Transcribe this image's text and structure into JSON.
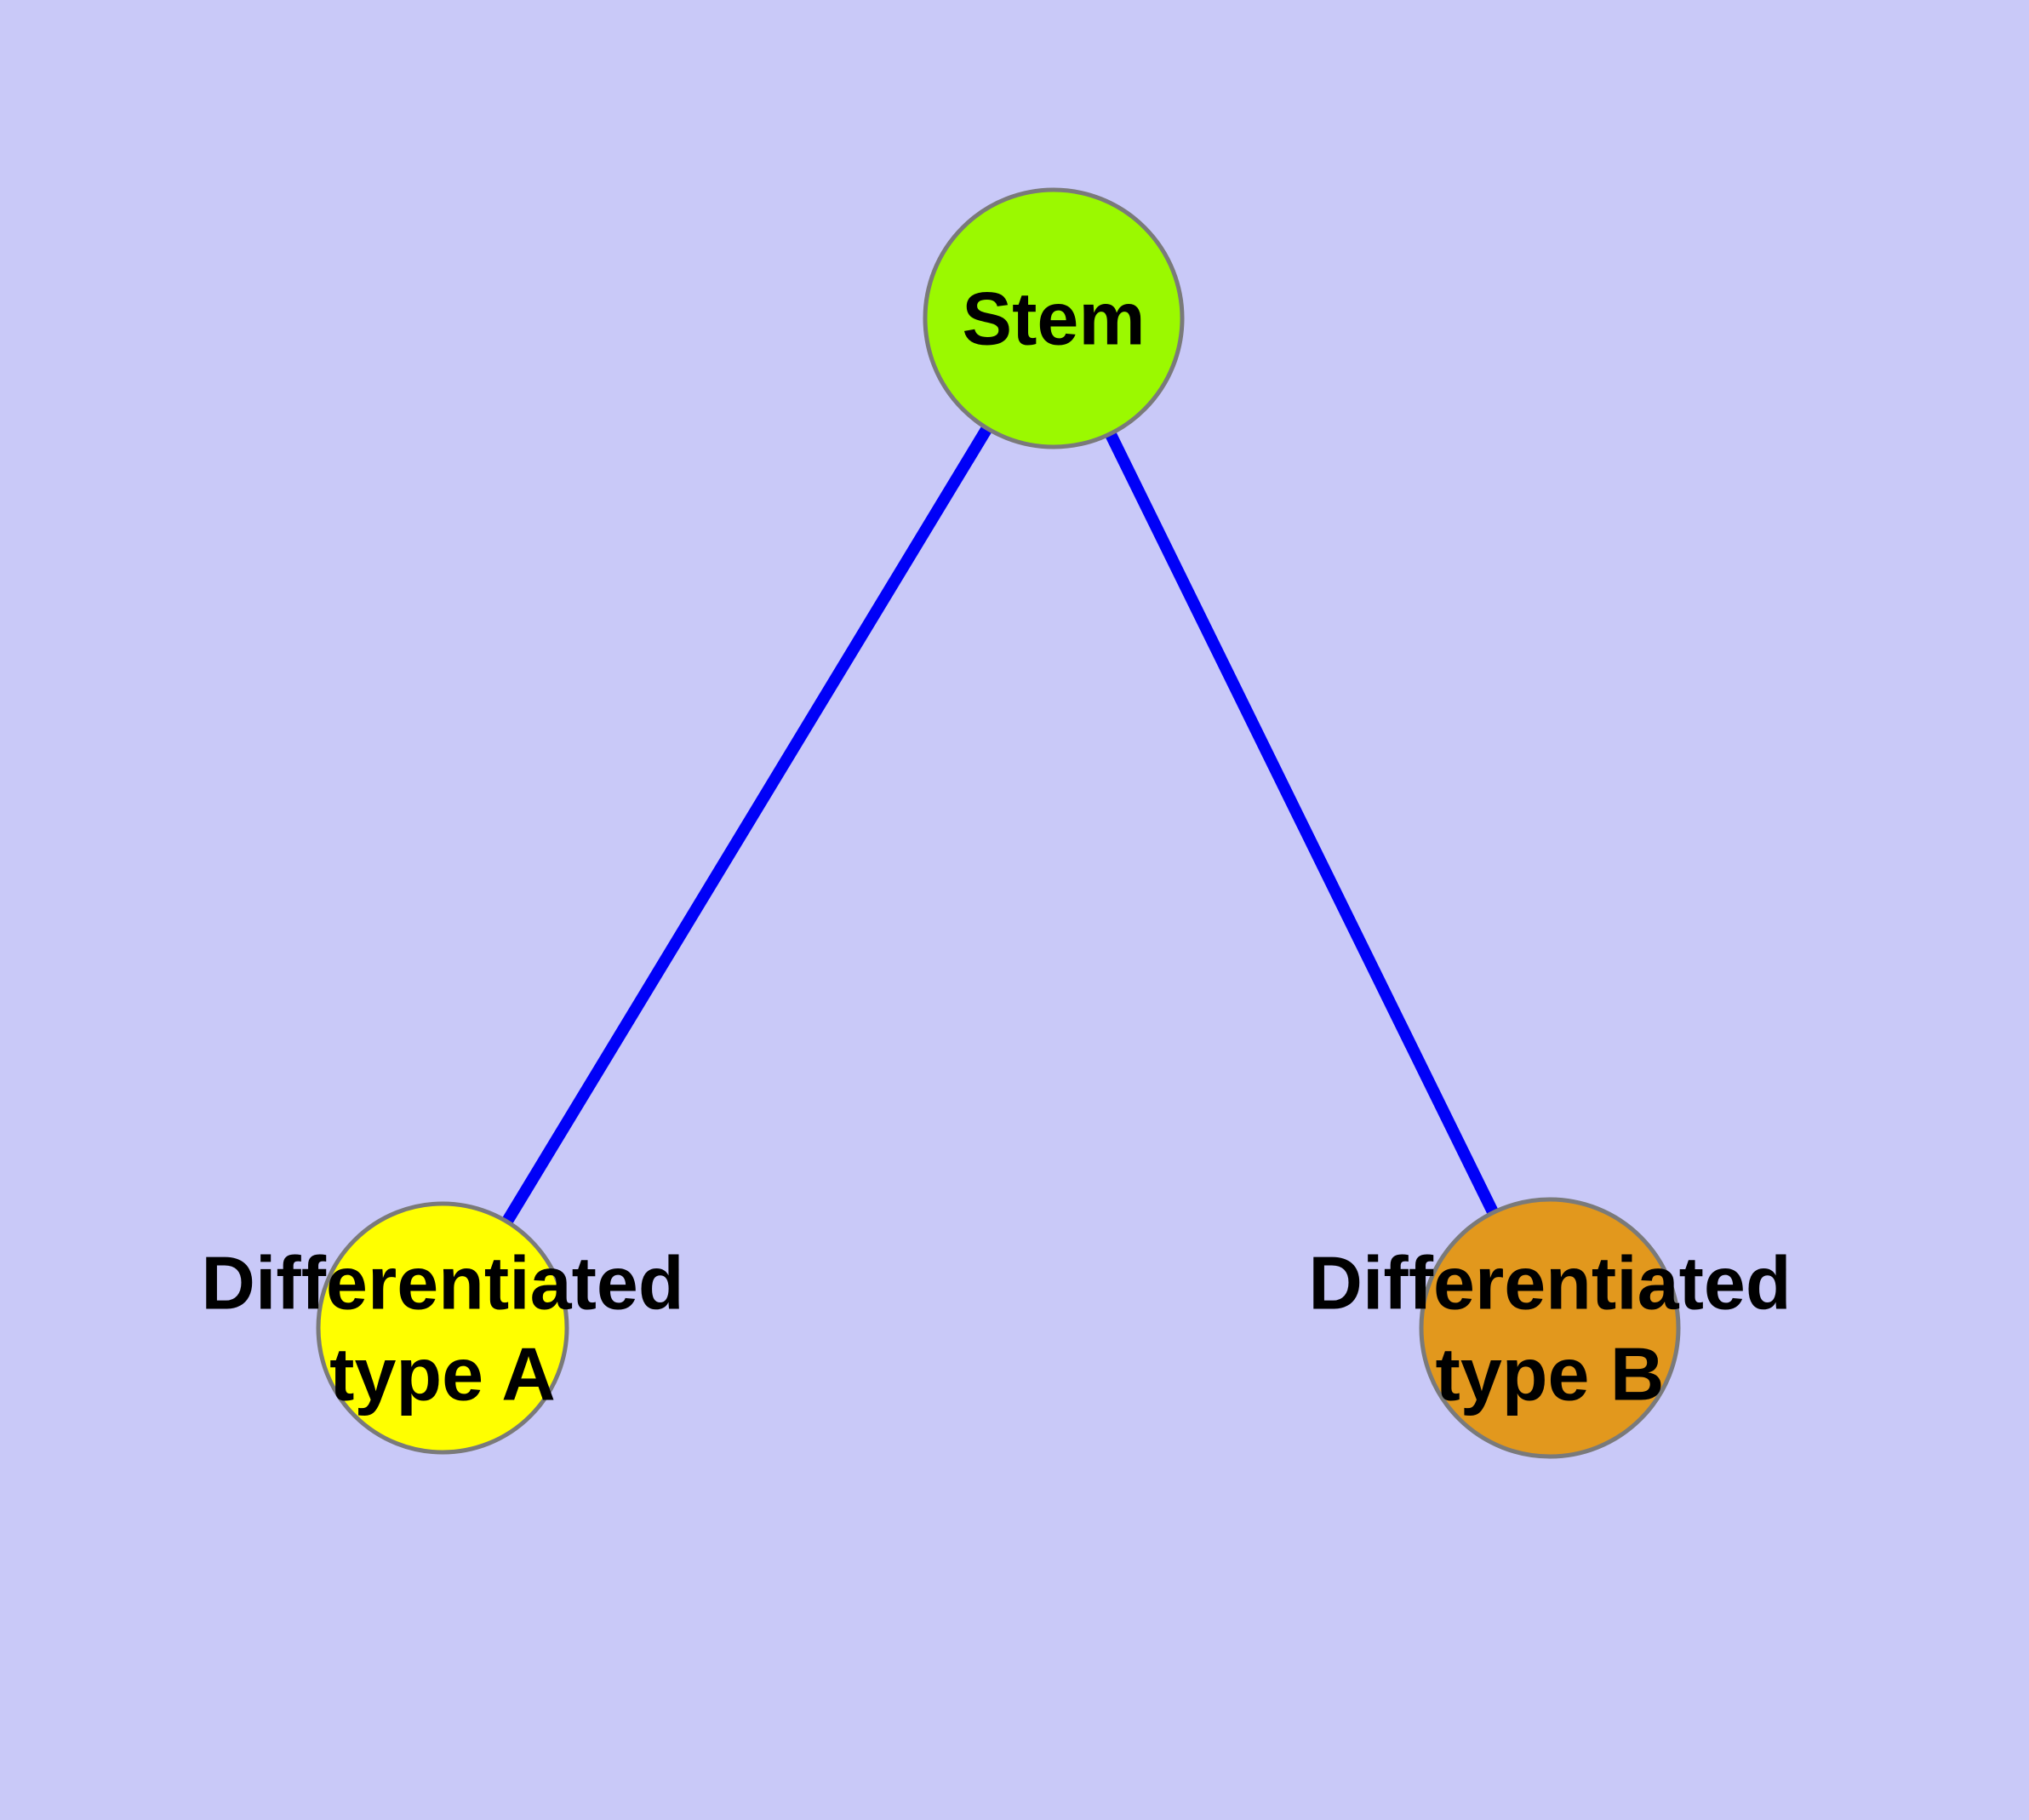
{
  "diagram": {
    "description": "Graph of stem cell differentiating into two cell types",
    "nodes": [
      {
        "id": "stem",
        "label": "Stem",
        "fill": "#9BF900"
      },
      {
        "id": "type-a",
        "label_line1": "Differentiated",
        "label_line2": "type A",
        "fill": "#FFFF00"
      },
      {
        "id": "type-b",
        "label_line1": "Differentiated",
        "label_line2": "type B",
        "fill": "#E2981D"
      }
    ],
    "edges": [
      {
        "from": "stem",
        "to": "type-a"
      },
      {
        "from": "stem",
        "to": "type-b"
      }
    ]
  },
  "colors": {
    "background": "#C9C9F8",
    "edge": "#0000F8",
    "node_stroke": "#7A7A7A",
    "label": "#000000",
    "stem_fill": "#9BF900",
    "type_a_fill": "#FFFF00",
    "type_b_fill": "#E2981D"
  }
}
